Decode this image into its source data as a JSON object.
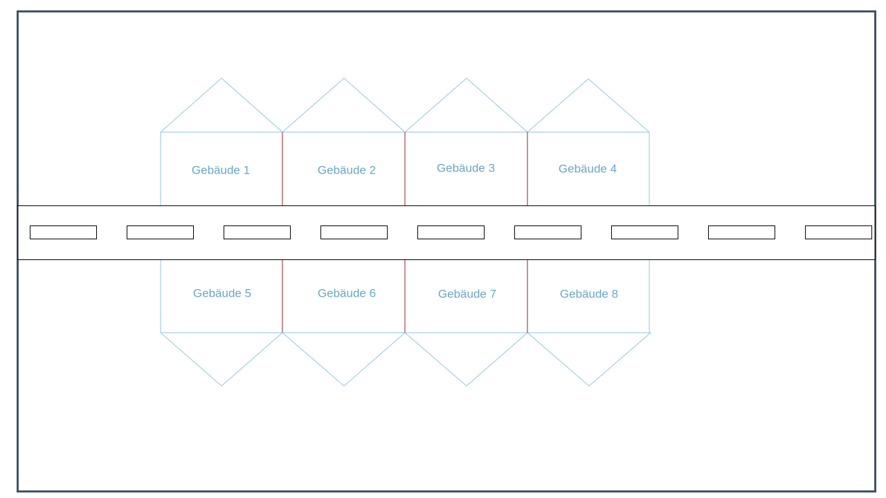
{
  "diagram": {
    "buildings_top": [
      {
        "label": "Gebäude 1"
      },
      {
        "label": "Gebäude 2"
      },
      {
        "label": "Gebäude 3"
      },
      {
        "label": "Gebäude 4"
      }
    ],
    "buildings_bottom": [
      {
        "label": "Gebäude 5"
      },
      {
        "label": "Gebäude 6"
      },
      {
        "label": "Gebäude 7"
      },
      {
        "label": "Gebäude 8"
      }
    ],
    "road_marking_count": 9
  },
  "colors": {
    "frame": "#3e5366",
    "building_outline": "#8fc6e0",
    "party_wall": "#9e1c1c",
    "label": "#6aa6c8",
    "road": "#000000"
  }
}
